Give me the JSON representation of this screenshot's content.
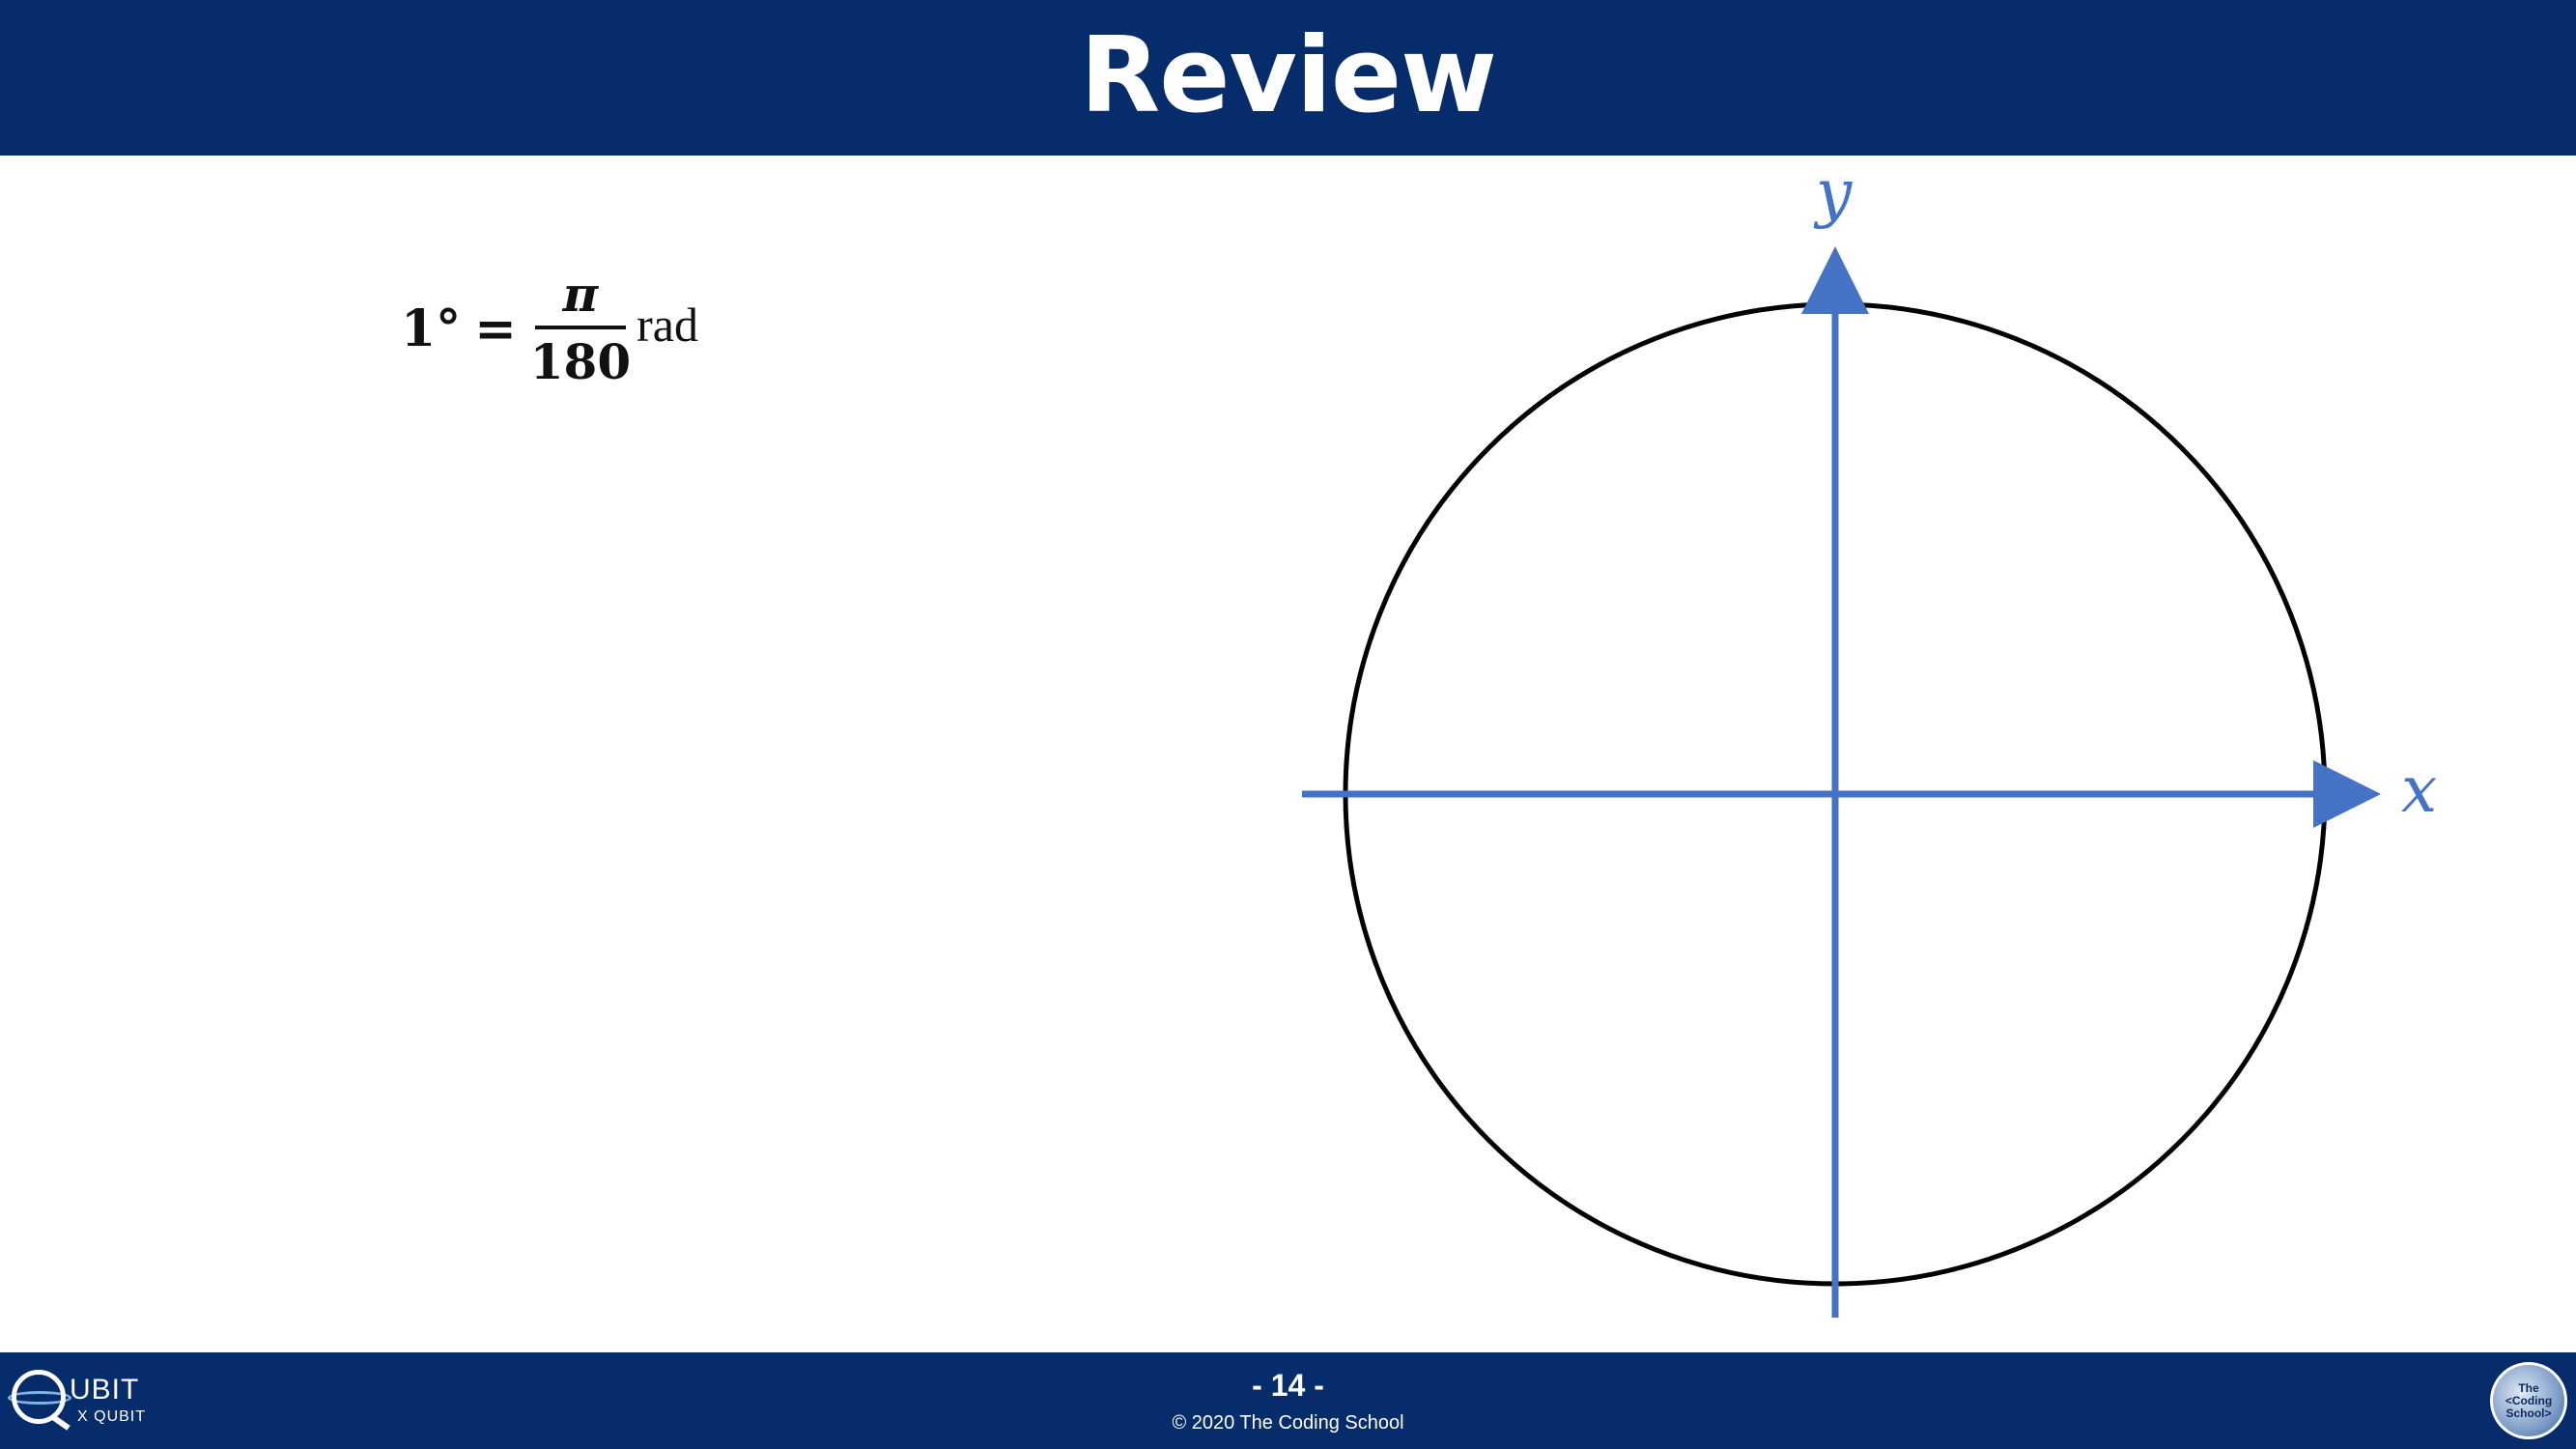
{
  "header": {
    "title": "Review"
  },
  "formula": {
    "lhs": "1°",
    "equals": "=",
    "numerator": "π",
    "denominator": "180",
    "unit": "rad"
  },
  "diagram": {
    "x_label": "x",
    "y_label": "y",
    "circle_color": "#000000",
    "axis_color": "#4472c4"
  },
  "footer": {
    "page_number": "- 14 -",
    "copyright": "© 2020 The Coding School",
    "logo_left_line1": "UBIT",
    "logo_left_line2": "X QUBIT",
    "logo_right_line1": "The",
    "logo_right_line2": "<Coding",
    "logo_right_line3": "School>"
  },
  "colors": {
    "header_bg": "#062c6b",
    "footer_bg": "#062c6b",
    "accent": "#4472c4"
  }
}
